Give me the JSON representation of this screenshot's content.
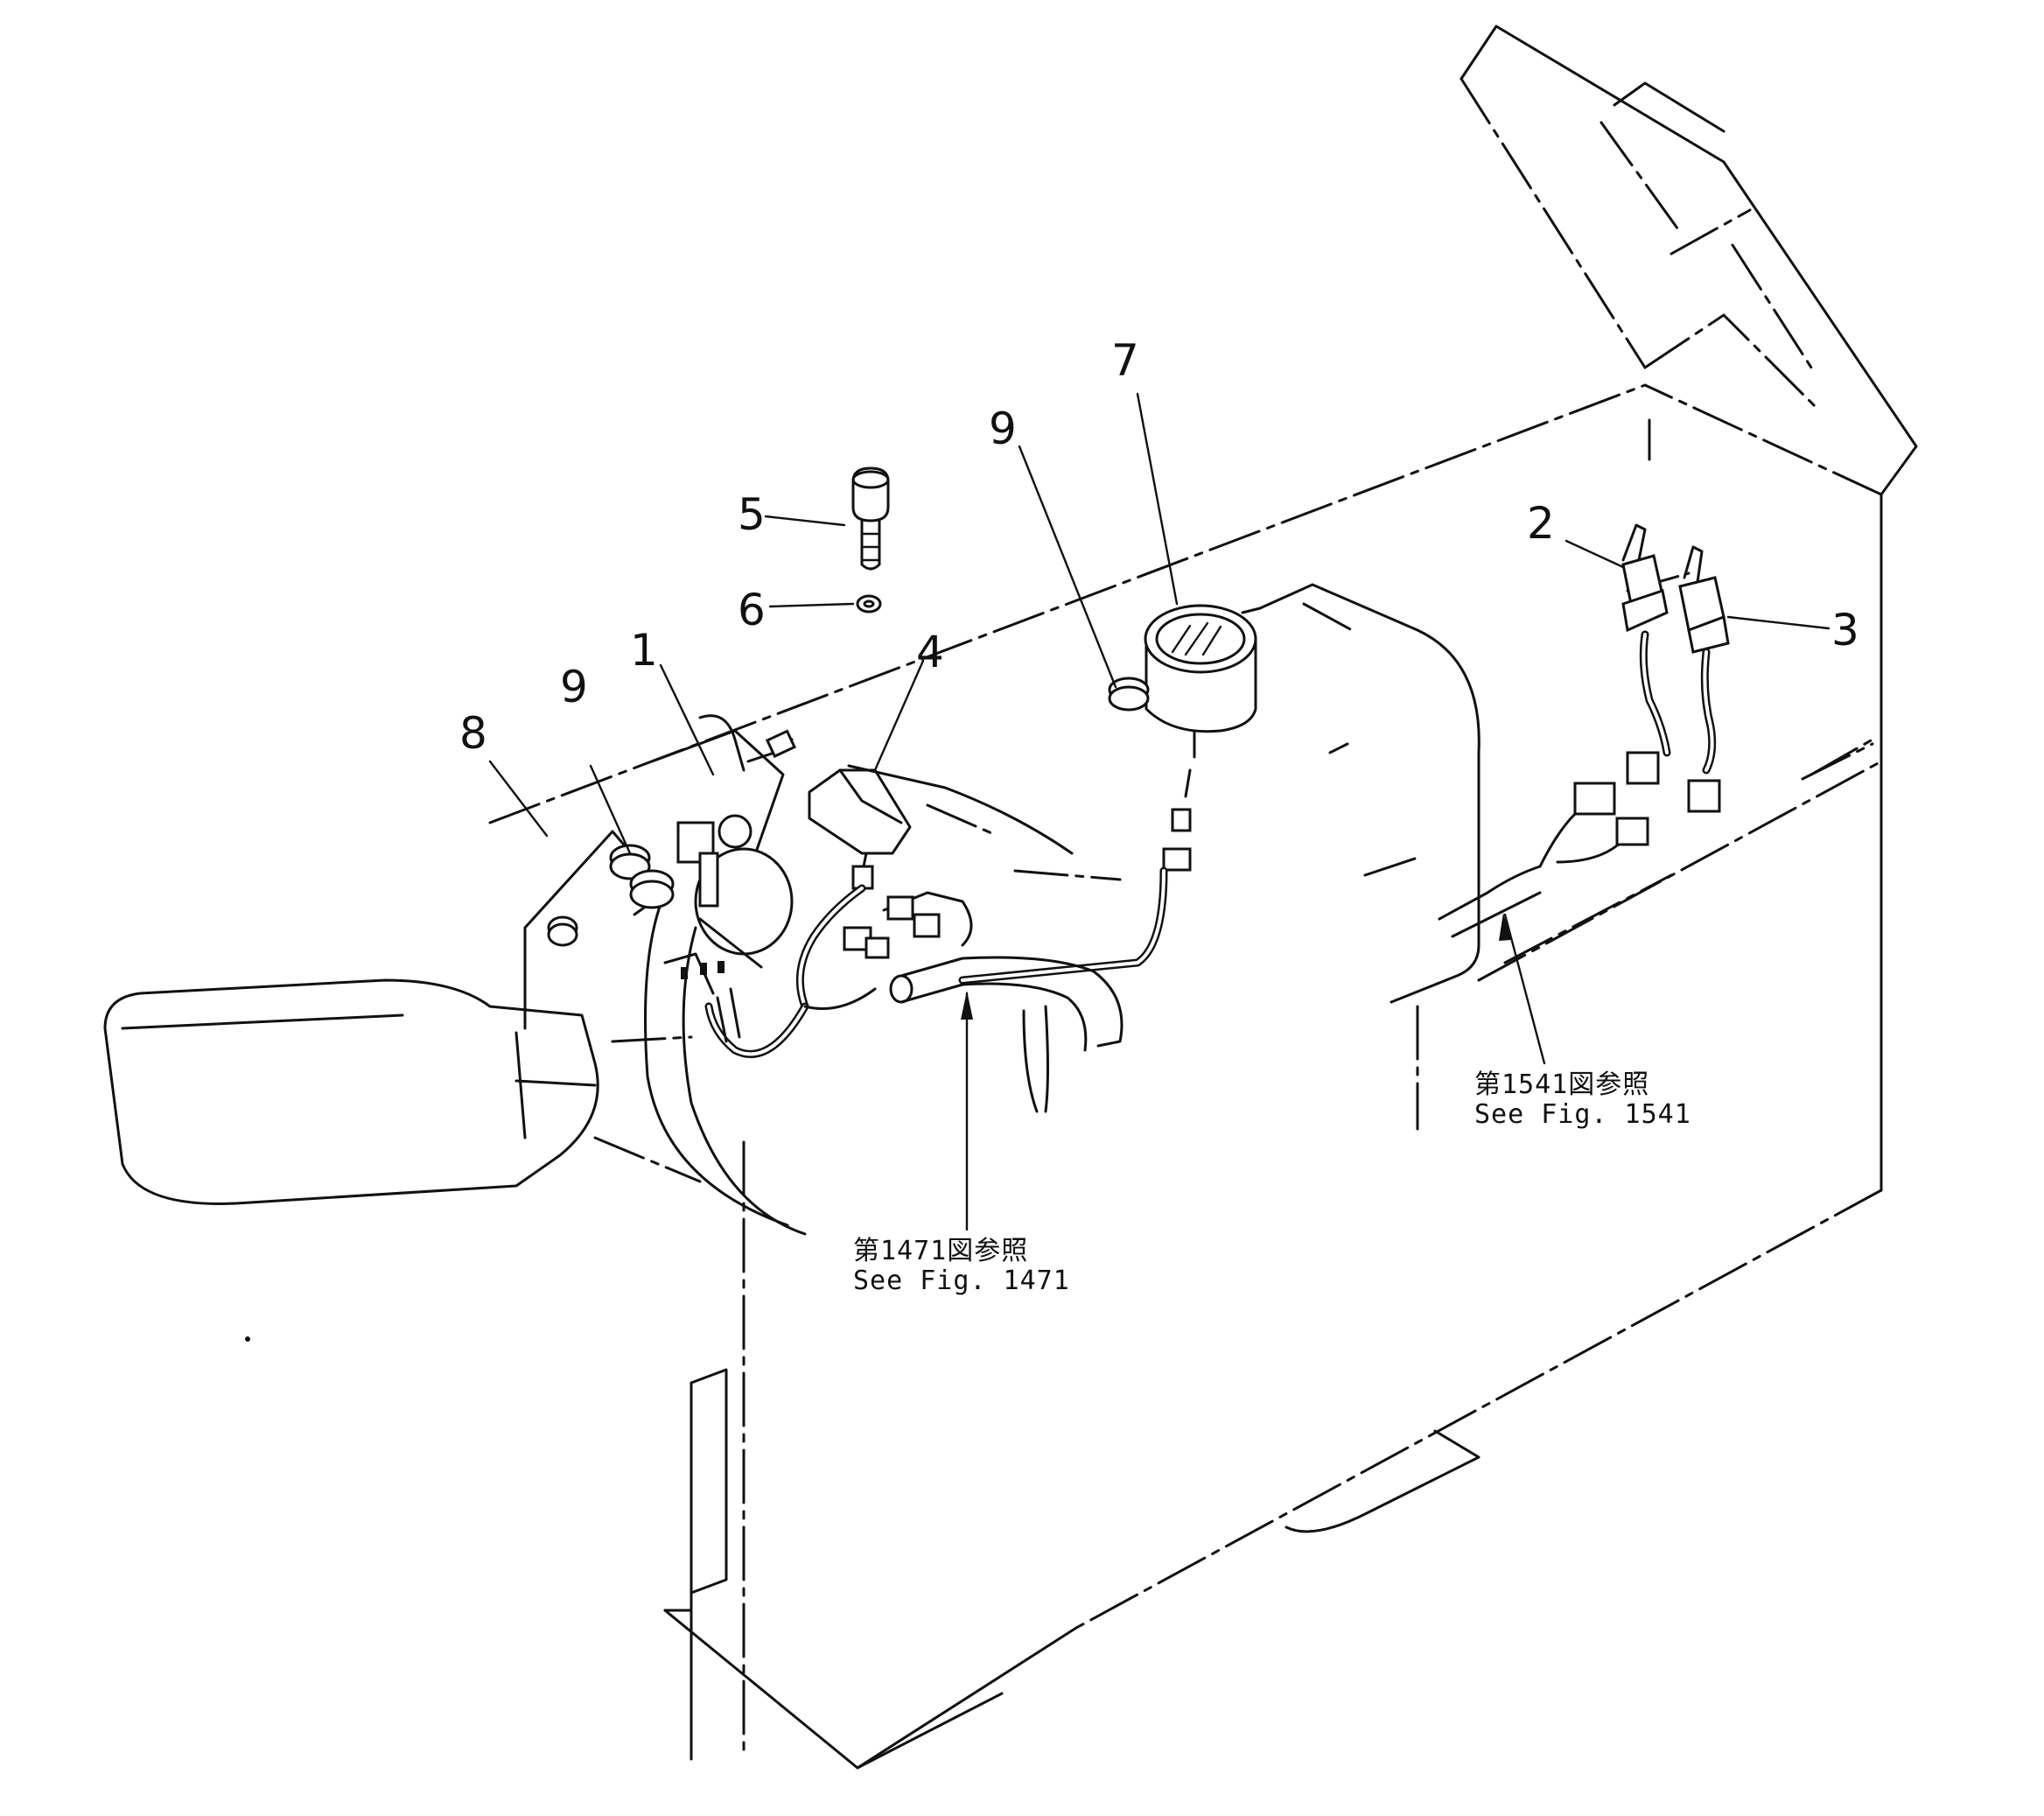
{
  "callouts": {
    "c1": "1",
    "c2": "2",
    "c3": "3",
    "c4": "4",
    "c5": "5",
    "c6": "6",
    "c7": "7",
    "c8": "8",
    "c9a": "9",
    "c9b": "9"
  },
  "references": {
    "fig1471_jp": "第1471図参照",
    "fig1471_en": "See Fig. 1471",
    "fig1541_jp": "第1541図参照",
    "fig1541_en": "See Fig. 1541"
  }
}
